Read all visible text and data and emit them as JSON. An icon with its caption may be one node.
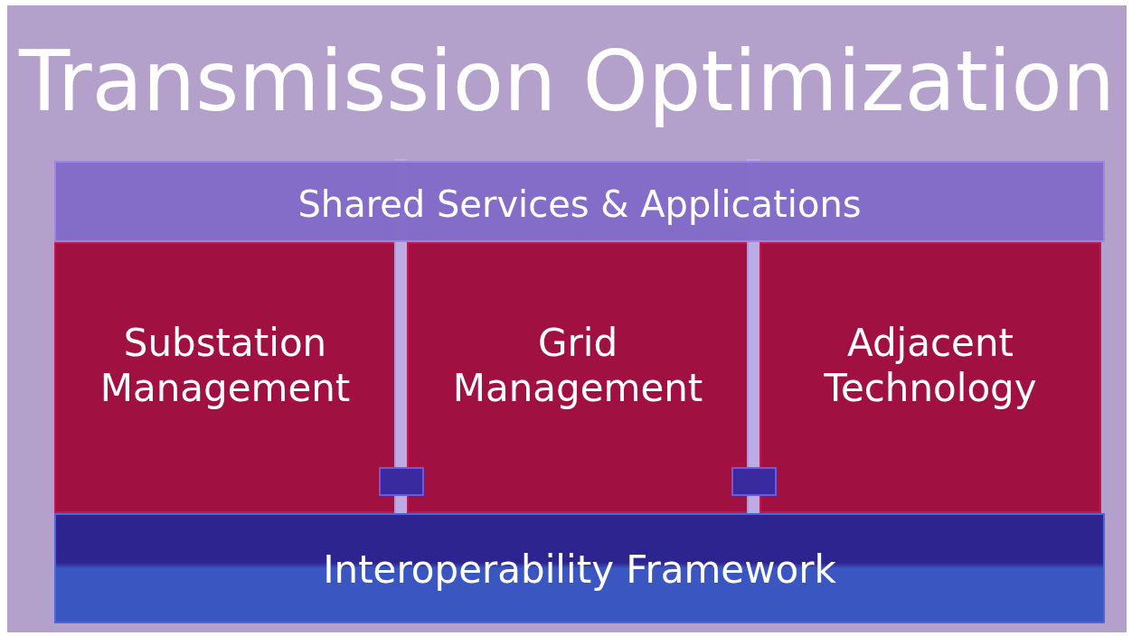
{
  "diagram": {
    "nodes": [
      {
        "text": [
          "Transmission Optimization"
        ]
      },
      {
        "text": [
          "Shared Services & Applications"
        ],
        "in": 0
      },
      {
        "text": [
          "Substation Management"
        ],
        "in": 0
      },
      {
        "text": [
          "Grid Management"
        ],
        "in": 0
      },
      {
        "text": [
          "Adjacent Technology"
        ],
        "in": 0
      },
      {
        "text": [
          "Interoperability Framework"
        ],
        "in": 0
      }
    ]
  }
}
